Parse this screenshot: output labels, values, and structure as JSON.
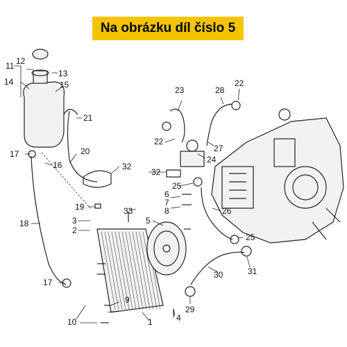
{
  "banner": {
    "text": "Na obrázku díl číslo 5"
  },
  "callouts": [
    "1",
    "2",
    "3",
    "4",
    "5",
    "6",
    "7",
    "8",
    "9",
    "10",
    "11",
    "12",
    "13",
    "14",
    "15",
    "16",
    "17",
    "17",
    "18",
    "19",
    "20",
    "21",
    "22",
    "22",
    "23",
    "24",
    "25",
    "25",
    "26",
    "27",
    "28",
    "29",
    "30",
    "31",
    "32",
    "32",
    "33"
  ],
  "colors": {
    "banner": "#f5c400",
    "line": "#222222"
  }
}
